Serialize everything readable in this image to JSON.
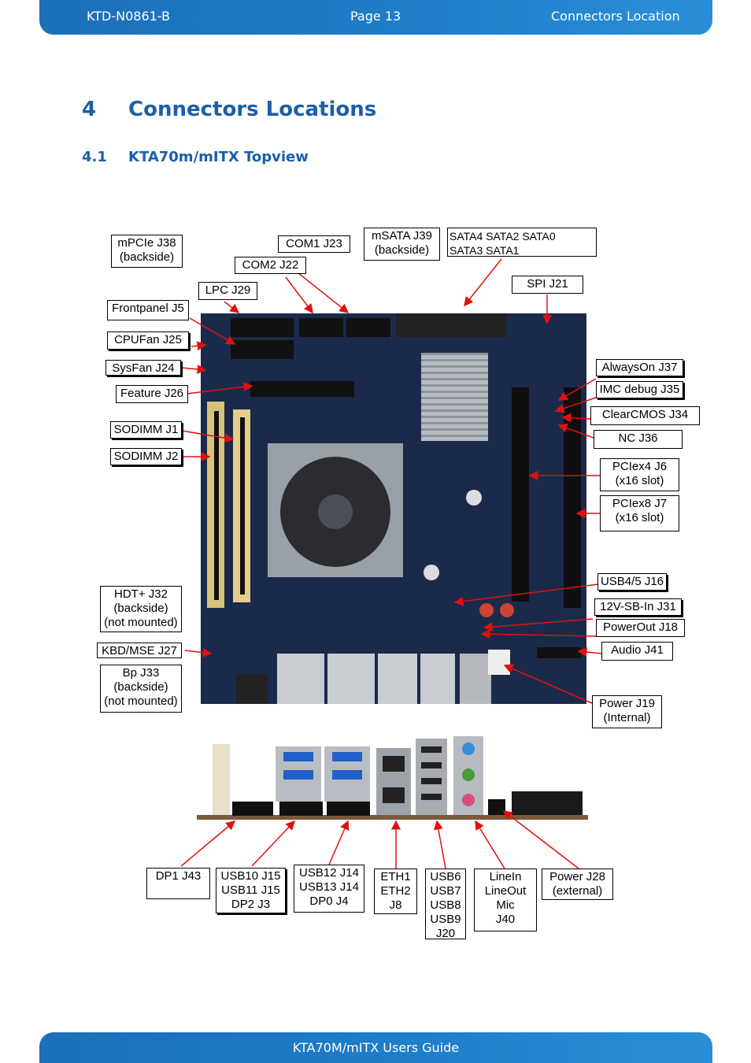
{
  "header": {
    "doc_id": "KTD-N0861-B",
    "page": "Page 13",
    "section": "Connectors Location"
  },
  "footer": {
    "title": "KTA70M/mITX Users Guide"
  },
  "heading1": {
    "number": "4",
    "text": "Connectors Locations"
  },
  "heading2": {
    "number": "4.1",
    "text": "KTA70m/mITX Topview"
  },
  "labels": {
    "mpcie": "mPCIe J38\n(backside)",
    "com1": "COM1 J23",
    "com2": "COM2 J22",
    "msata": "mSATA J39\n(backside)",
    "sata": "SATA4   SATA2   SATA0\n            SATA3   SATA1",
    "lpc": "LPC J29",
    "spi": "SPI J21",
    "frontpanel": "Frontpanel J5",
    "cpufan": "CPUFan J25",
    "sysfan": "SysFan J24",
    "feature": "Feature J26",
    "sodimm1": "SODIMM J1",
    "sodimm2": "SODIMM J2",
    "alwayson": "AlwaysOn J37",
    "imcdebug": "IMC debug J35",
    "clearcmos": "ClearCMOS J34",
    "nc": "NC J36",
    "pciex4": "PCIex4 J6\n(x16 slot)",
    "pciex8": "PCIex8 J7\n(x16 slot)",
    "hdt": "HDT+ J32\n(backside)\n(not mounted)",
    "usb45": "USB4/5 J16",
    "sbin": "12V-SB-In J31",
    "powerout": "PowerOut J18",
    "kbd": "KBD/MSE J27",
    "audio": "Audio J41",
    "bp": "Bp J33\n(backside)\n(not mounted)",
    "power19": "Power J19\n(Internal)",
    "dp1": "DP1 J43",
    "usb10": "USB10 J15\nUSB11 J15\nDP2 J3",
    "usb12": "USB12 J14\nUSB13 J14\nDP0 J4",
    "eth": "ETH1\nETH2\nJ8",
    "usb6": "USB6\nUSB7\nUSB8\nUSB9\nJ20",
    "linein": "LineIn\nLineOut\nMic\nJ40",
    "power28": "Power J28\n(external)"
  },
  "colors": {
    "accent": "#1a5fa8",
    "board": "#1b2a4a",
    "arrow": "#e01010"
  }
}
